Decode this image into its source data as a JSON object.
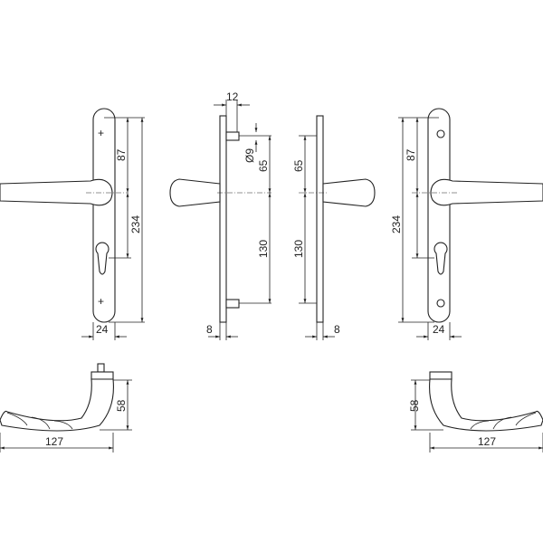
{
  "drawing": {
    "front_left": {
      "dim_upper": "87",
      "dim_total": "234",
      "dim_width": "24"
    },
    "side_left": {
      "dim_spindle": "12",
      "dim_diameter": "Ø9",
      "dim_upper": "65",
      "dim_lower": "130",
      "dim_thickness": "8"
    },
    "side_right": {
      "dim_upper": "65",
      "dim_lower": "130",
      "dim_thickness": "8"
    },
    "front_right": {
      "dim_upper": "87",
      "dim_total": "234",
      "dim_width": "24"
    },
    "handle_left": {
      "dim_height": "58",
      "dim_length": "127"
    },
    "handle_right": {
      "dim_height": "58",
      "dim_length": "127"
    }
  }
}
